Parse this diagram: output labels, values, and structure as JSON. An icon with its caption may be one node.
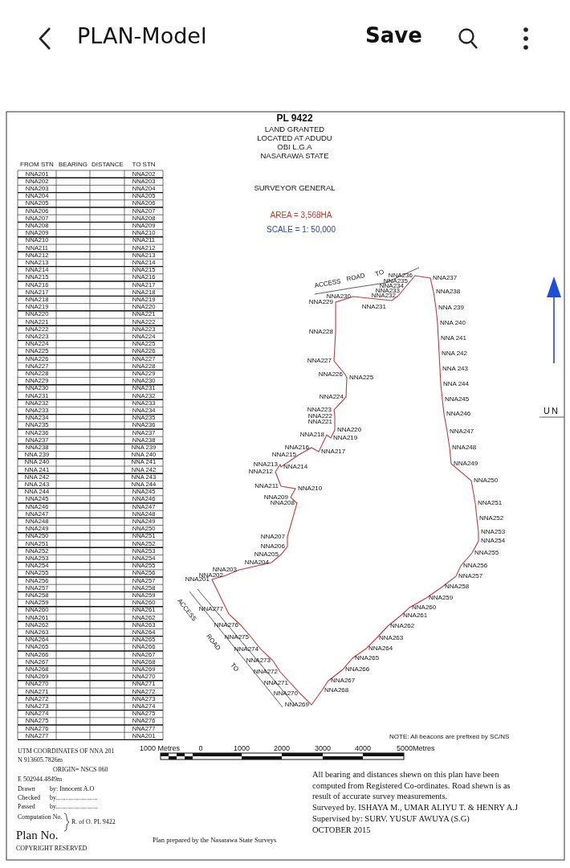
{
  "diagram": {
    "labels": [
      "PLAN-Model",
      "Save",
      "PL 9422",
      "LAND GRANTED",
      "LOCATED AT ADUDU",
      "OBI L.G.A",
      "NASARAWA STATE",
      "SURVEYOR GENERAL",
      "AREA = 3,568HA",
      "SCALE = 1: 50,000",
      "FROM STN",
      "BEARING",
      "DISTANCE",
      "TO STN",
      "NNA201",
      "NNA202",
      "NNA202",
      "NNA203",
      "NNA203",
      "NNA204",
      "NNA204",
      "NNA205",
      "NNA205",
      "NNA206",
      "NNA206",
      "NNA207",
      "NNA207",
      "NNA208",
      "NNA208",
      "NNA209",
      "NNA209",
      "NNA210",
      "NNA210",
      "NNA211",
      "NNA211",
      "NNA212",
      "NNA212",
      "NNA213",
      "NNA213",
      "NNA214",
      "NNA214",
      "NNA215",
      "NNA215",
      "NNA216",
      "NNA216",
      "NNA217",
      "NNA217",
      "NNA218",
      "NNA218",
      "NNA219",
      "NNA219",
      "NNA220",
      "NNA220",
      "NNA221",
      "NNA221",
      "NNA222",
      "NNA222",
      "NNA223",
      "NNA223",
      "NNA224",
      "NNA224",
      "NNA225",
      "NNA225",
      "NNA226",
      "NNA226",
      "NNA227",
      "NNA227",
      "NNA228",
      "NNA228",
      "NNA229",
      "NNA229",
      "NNA230",
      "NNA230",
      "NNA231",
      "NNA231",
      "NNA232",
      "NNA232",
      "NNA233",
      "NNA233",
      "NNA234",
      "NNA234",
      "NNA235",
      "NNA235",
      "NNA236",
      "NNA236",
      "NNA237",
      "NNA237",
      "NNA238",
      "NNA238",
      "NNA 239",
      "NNA 239",
      "NNA 240",
      "NNA 240",
      "NNA 241",
      "NNA 241",
      "NNA 242",
      "NNA 242",
      "NNA 243",
      "NNA 243",
      "NNA 244",
      "NNA 244",
      "NNA245",
      "NNA245",
      "NNA246",
      "NNA246",
      "NNA247",
      "NNA247",
      "NNA248",
      "NNA248",
      "NNA249",
      "NNA249",
      "NNA250",
      "NNA250",
      "NNA251",
      "NNA251",
      "NNA252",
      "NNA252",
      "NNA253",
      "NNA253",
      "NNA254",
      "NNA254",
      "NNA255",
      "NNA255",
      "NNA256",
      "NNA256",
      "NNA257",
      "NNA257",
      "NNA258",
      "NNA258",
      "NNA259",
      "NNA259",
      "NNA260",
      "NNA260",
      "NNA261",
      "NNA261",
      "NNA262",
      "NNA262",
      "NNA263",
      "NNA263",
      "NNA264",
      "NNA264",
      "NNA265",
      "NNA265",
      "NNA266",
      "NNA266",
      "NNA267",
      "NNA267",
      "NNA268",
      "NNA268",
      "NNA269",
      "NNA269",
      "NNA270",
      "NNA270",
      "NNA271",
      "NNA271",
      "NNA272",
      "NNA272",
      "NNA273",
      "NNA273",
      "NNA274",
      "NNA274",
      "NNA275",
      "NNA275",
      "NNA276",
      "NNA276",
      "NNA277",
      "NNA277",
      "NNA201",
      "NNA201",
      "NNA202",
      "NNA203",
      "NNA204",
      "NNA205",
      "NNA206",
      "NNA207",
      "NNA208",
      "NNA209",
      "NNA210",
      "NNA211",
      "NNA212",
      "NNA213",
      "NNA214",
      "NNA215",
      "NNA216",
      "NNA217",
      "NNA218",
      "NNA219",
      "NNA220",
      "NNA221",
      "NNA222",
      "NNA223",
      "NNA224",
      "NNA225",
      "NNA226",
      "NNA227",
      "NNA228",
      "NNA229",
      "NNA230",
      "NNA231",
      "NNA232",
      "NNA233",
      "NNA234",
      "NNA235",
      "NNA236",
      "NNA237",
      "NNA238",
      "NNA 239",
      "NNA 240",
      "NNA 241",
      "NNA 242",
      "NNA 243",
      "NNA 244",
      "NNA245",
      "NNA246",
      "NNA247",
      "NNA248",
      "NNA249",
      "NNA250",
      "NNA251",
      "NNA252",
      "NNA253",
      "NNA254",
      "NNA255",
      "NNA256",
      "NNA257",
      "NNA258",
      "NNA259",
      "NNA260",
      "NNA261",
      "NNA262",
      "NNA263",
      "NNA264",
      "NNA265",
      "NNA266",
      "NNA267",
      "NNA268",
      "NNA269",
      "NNA270",
      "NNA271",
      "NNA272",
      "NNA273",
      "NNA274",
      "NNA275",
      "NNA276",
      "NNA277",
      "ACCESS",
      "ROAD",
      "TO",
      "ACCESS",
      "ROAD",
      "TO",
      "UN",
      "NOTE: All beacons are prefixed by SC/NS",
      "1000 Metres",
      "0",
      "1000",
      "2000",
      "3000",
      "4000",
      "5000Metres",
      "UTM COORDINATES OF NNA 201",
      "N 913605.7826m",
      "ORIGIN= NSCS 060",
      "E 502944.4849m",
      "Drawn",
      "by: Innocent A.O",
      "Checked",
      "by..........................",
      "Passed",
      "by..........................",
      "Computation No.",
      "R. of O. PL 9422",
      "Plan No.",
      "COPYRIGHT RESERVED",
      "Plan prepared by the Nasarawa State Surveys",
      "All bearing and distances shewn on this plan have been computed from Registered Co-ordinates. Road shewn is as result of accurate survey measurements.",
      "Surveyed by. ISHAYA M., UMAR ALIYU T. & HENRY A.J",
      "Supervised by: SURV. YUSUF AWUYA (S.G)",
      "OCTOBER 2015"
    ]
  }
}
